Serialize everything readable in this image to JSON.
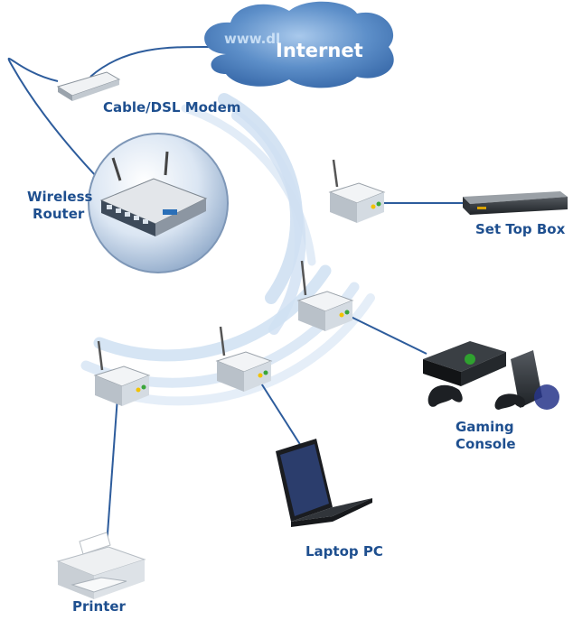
{
  "diagram": {
    "cloud": {
      "label": "Internet",
      "url_fragment": "www.dl"
    },
    "devices": {
      "modem": "Cable/DSL Modem",
      "router_line1": "Wireless",
      "router_line2": "Router",
      "set_top_box": "Set Top Box",
      "gaming_line1": "Gaming",
      "gaming_line2": "Console",
      "laptop": "Laptop PC",
      "printer": "Printer"
    },
    "colors": {
      "label": "#1e4f8f",
      "cloud": "#5d8fc9",
      "link": "#2d5c9c",
      "waves": "#cfe0f2"
    }
  }
}
